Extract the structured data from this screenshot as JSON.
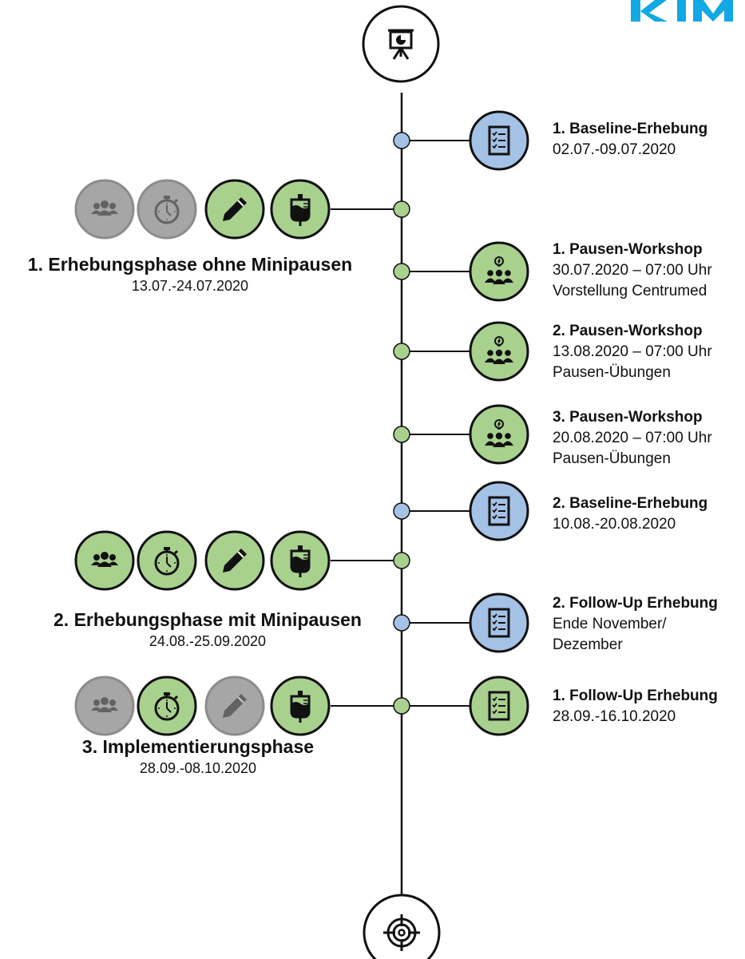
{
  "colors": {
    "line": "#111111",
    "blue": "#a4c2e6",
    "green": "#a9d18e",
    "gray": "#a6a6a6",
    "logo": "#12a8e3"
  },
  "start_icon": "presentation-board-icon",
  "end_icon": "target-icon",
  "events": [
    {
      "title": "1. Baseline-Erhebung",
      "lines": [
        "02.07.-09.07.2020"
      ],
      "node": "blue",
      "icon": "checklist-icon"
    },
    {
      "title": "1. Pausen-Workshop",
      "lines": [
        "30.07.2020 – 07:00 Uhr",
        "Vorstellung Centrumed"
      ],
      "node": "green",
      "icon": "workshop-group-icon"
    },
    {
      "title": "2. Pausen-Workshop",
      "lines": [
        "13.08.2020 – 07:00 Uhr",
        "Pausen-Übungen"
      ],
      "node": "green",
      "icon": "workshop-group-icon"
    },
    {
      "title": "3. Pausen-Workshop",
      "lines": [
        "20.08.2020 – 07:00 Uhr",
        "Pausen-Übungen"
      ],
      "node": "green",
      "icon": "workshop-group-icon"
    },
    {
      "title": "2. Baseline-Erhebung",
      "lines": [
        "10.08.-20.08.2020"
      ],
      "node": "blue",
      "icon": "checklist-icon"
    },
    {
      "title": "1. Follow-Up Erhebung",
      "lines": [
        "28.09.-16.10.2020"
      ],
      "node": "green",
      "icon": "checklist-icon"
    },
    {
      "title": "2. Follow-Up Erhebung",
      "lines": [
        "Ende November/",
        "Dezember"
      ],
      "node": "blue",
      "icon": "checklist-icon"
    }
  ],
  "phases": [
    {
      "title": "1. Erhebungsphase ohne Minipausen",
      "dates": "13.07.-24.07.2020",
      "icons": [
        {
          "name": "group-icon",
          "state": "gray"
        },
        {
          "name": "stopwatch-icon",
          "state": "gray"
        },
        {
          "name": "pencil-icon",
          "state": "green"
        },
        {
          "name": "drip-bag-icon",
          "state": "green"
        }
      ]
    },
    {
      "title": "2. Erhebungsphase mit Minipausen",
      "dates": "24.08.-25.09.2020",
      "icons": [
        {
          "name": "group-icon",
          "state": "green"
        },
        {
          "name": "stopwatch-icon",
          "state": "green"
        },
        {
          "name": "pencil-icon",
          "state": "green"
        },
        {
          "name": "drip-bag-icon",
          "state": "green"
        }
      ]
    },
    {
      "title": "3. Implementierungsphase",
      "dates": "28.09.-08.10.2020",
      "icons": [
        {
          "name": "group-icon",
          "state": "gray"
        },
        {
          "name": "stopwatch-icon",
          "state": "green"
        },
        {
          "name": "pencil-icon",
          "state": "gray"
        },
        {
          "name": "drip-bag-icon",
          "state": "green"
        }
      ]
    }
  ]
}
